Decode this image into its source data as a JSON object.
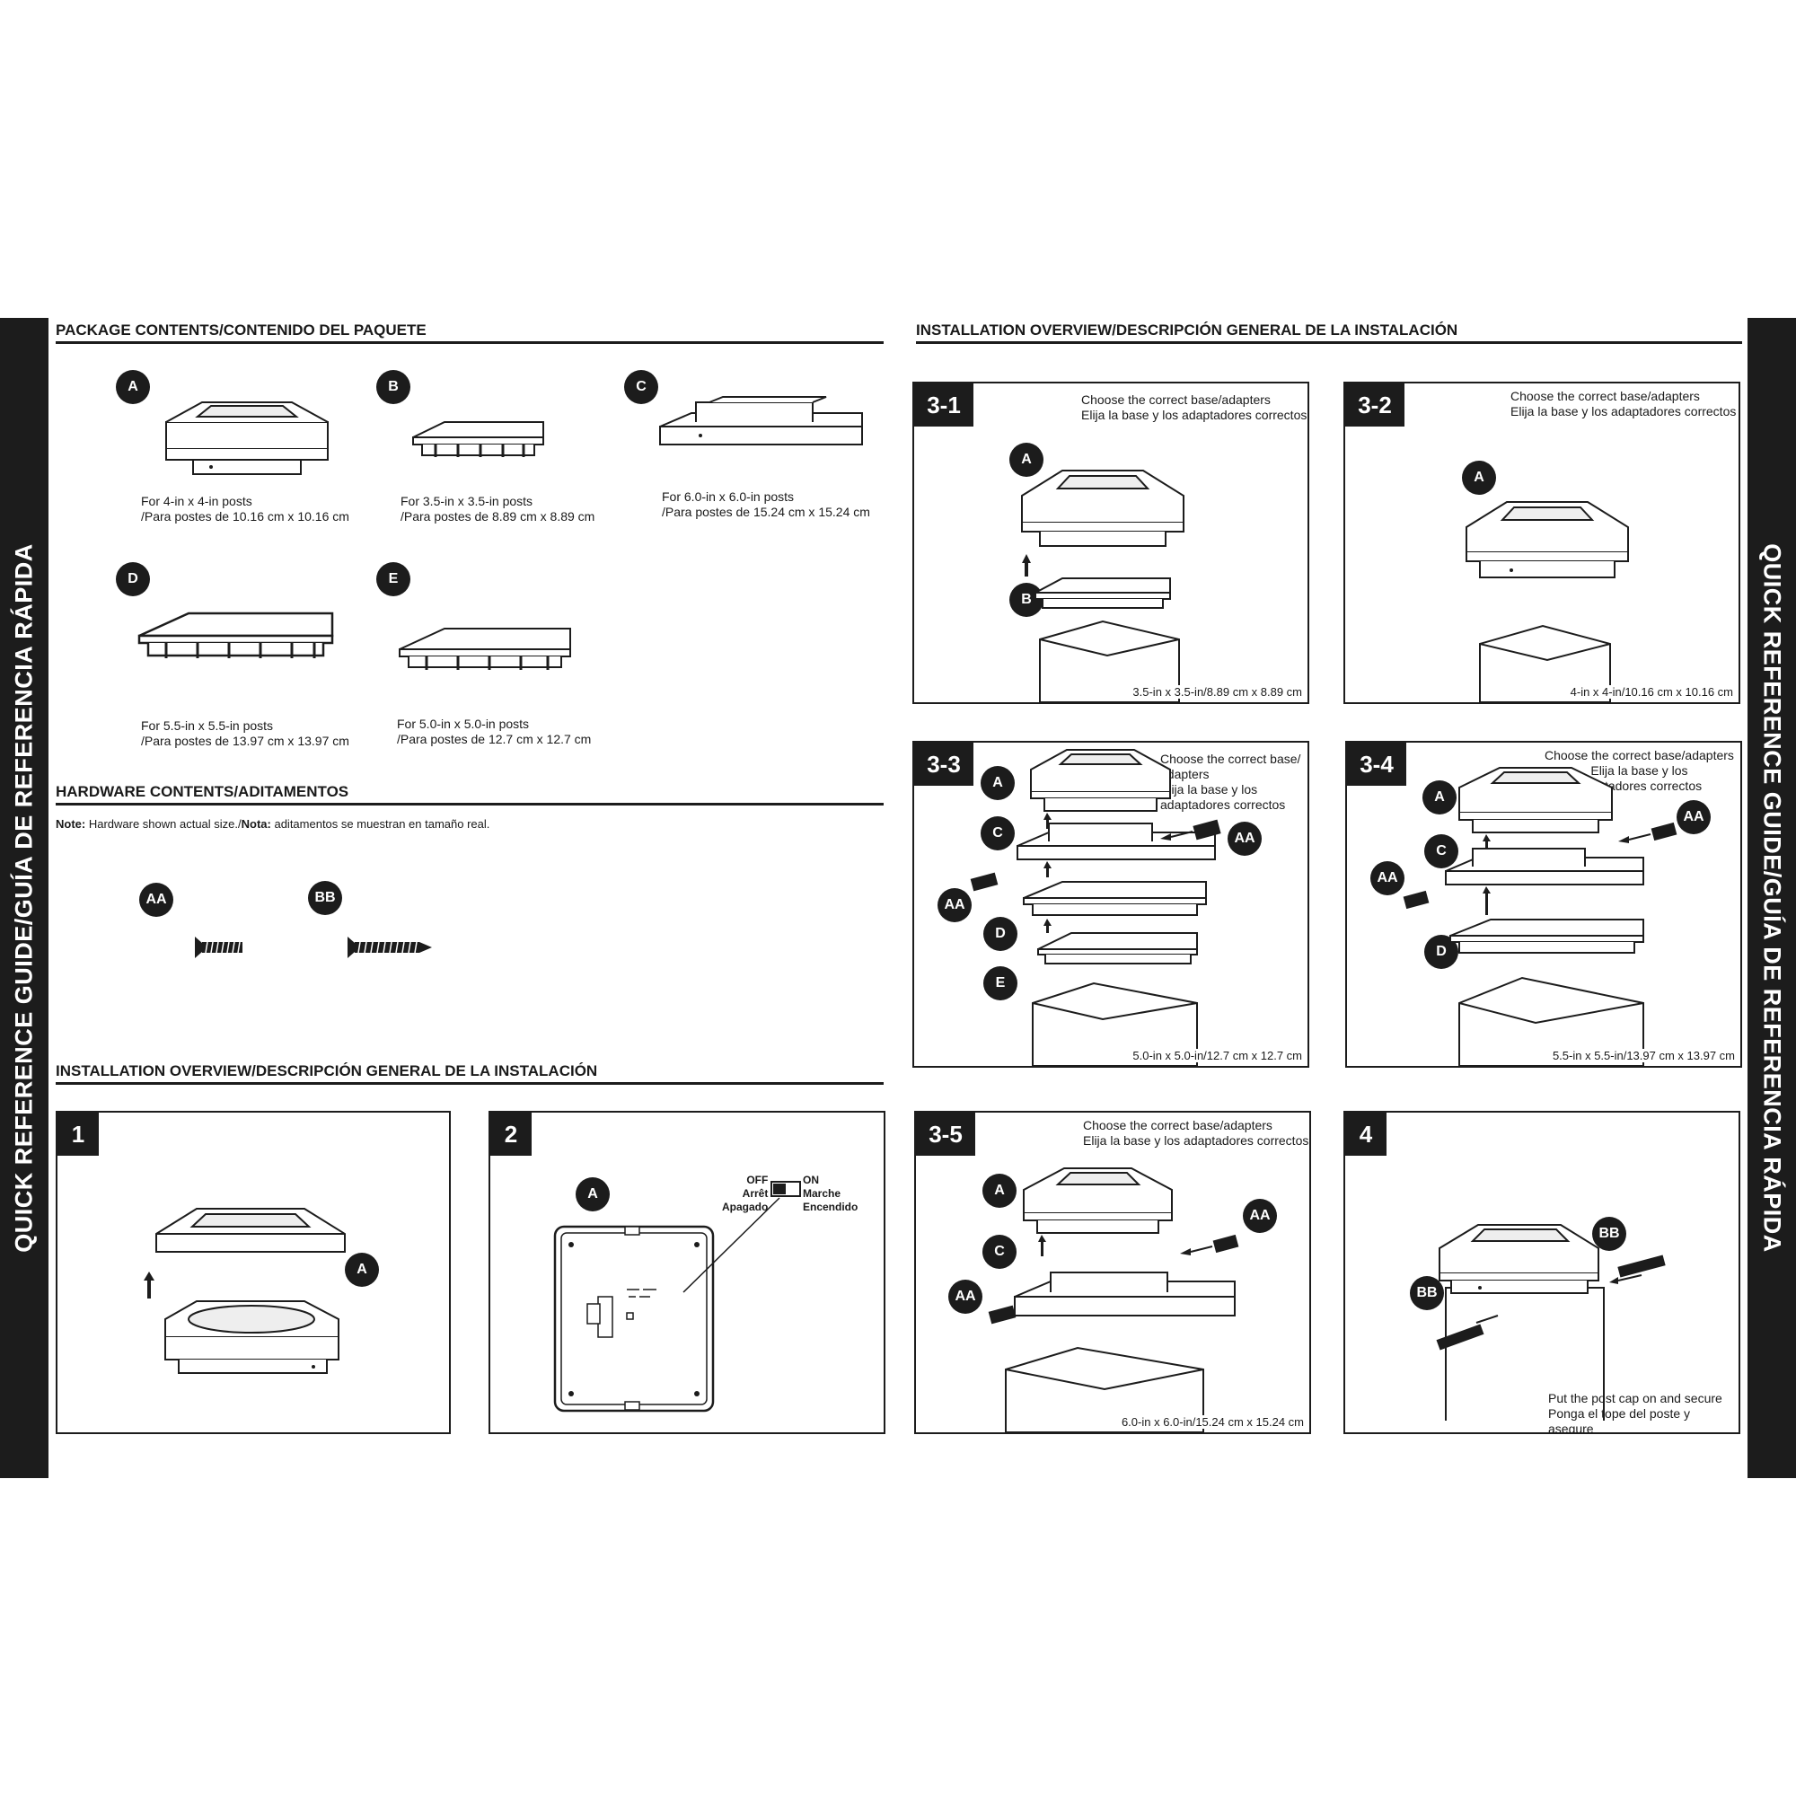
{
  "side_title": "QUICK REFERENCE GUIDE/GUÍA DE REFERENCIA RÁPIDA",
  "package": {
    "heading": "PACKAGE CONTENTS/CONTENIDO DEL PAQUETE",
    "items": [
      {
        "label": "A",
        "caption": "For 4-in x 4-in posts\n/Para postes de 10.16 cm x 10.16 cm"
      },
      {
        "label": "B",
        "caption": "For 3.5-in x 3.5-in posts\n/Para postes de 8.89 cm x 8.89 cm"
      },
      {
        "label": "C",
        "caption": "For 6.0-in x 6.0-in posts\n/Para postes de 15.24 cm x 15.24 cm"
      },
      {
        "label": "D",
        "caption": "For 5.5-in x 5.5-in posts\n/Para postes de 13.97 cm x 13.97 cm"
      },
      {
        "label": "E",
        "caption": "For 5.0-in x 5.0-in posts\n/Para postes de 12.7 cm x 12.7 cm"
      }
    ]
  },
  "hardware": {
    "heading": "HARDWARE CONTENTS/ADITAMENTOS",
    "note_bold_1": "Note:",
    "note_text_1": " Hardware shown actual size./",
    "note_bold_2": "Nota:",
    "note_text_2": " aditamentos se muestran en tamaño real.",
    "items": [
      {
        "label": "AA"
      },
      {
        "label": "BB"
      }
    ]
  },
  "install_left": {
    "heading": "INSTALLATION OVERVIEW/DESCRIPCIÓN GENERAL DE LA INSTALACIÓN",
    "step1": {
      "number": "1",
      "label_a": "A"
    },
    "step2": {
      "number": "2",
      "label_a": "A",
      "switch_off": "OFF\nArrêt\nApagado",
      "switch_on": "ON\nMarche\nEncendido"
    }
  },
  "install_right": {
    "heading": "INSTALLATION OVERVIEW/DESCRIPCIÓN GENERAL DE LA INSTALACIÓN",
    "step31": {
      "number": "3-1",
      "title": "Choose the correct base/adapters\nElija la base y los adaptadores correctos",
      "size": "3.5-in x 3.5-in/8.89 cm x 8.89 cm",
      "labels": [
        "A",
        "B"
      ]
    },
    "step32": {
      "number": "3-2",
      "title": "Choose the correct base/adapters\nElija la base y los adaptadores correctos",
      "size": "4-in x 4-in/10.16 cm x 10.16 cm",
      "labels": [
        "A"
      ]
    },
    "step33": {
      "number": "3-3",
      "title": "Choose the correct base/\n   adapters\n   Elija la base y los\n   adaptadores correctos",
      "size": "5.0-in x 5.0-in/12.7 cm x 12.7 cm",
      "labels": [
        "A",
        "C",
        "AA",
        "AA",
        "D",
        "E"
      ]
    },
    "step34": {
      "number": "3-4",
      "title": "Choose the correct base/adapters\nElija la base y los\nadaptadores correctos",
      "size": "5.5-in x 5.5-in/13.97 cm x 13.97 cm",
      "labels": [
        "A",
        "AA",
        "C",
        "AA",
        "D"
      ]
    },
    "step35": {
      "number": "3-5",
      "title": "Choose the correct base/adapters\nElija la base y los adaptadores correctos",
      "size": "6.0-in x 6.0-in/15.24 cm x 15.24 cm",
      "labels": [
        "A",
        "AA",
        "C",
        "AA"
      ]
    },
    "step4": {
      "number": "4",
      "caption": "Put the post cap on and secure\nPonga el tope del poste y asegure",
      "labels": [
        "BB",
        "BB"
      ]
    }
  }
}
